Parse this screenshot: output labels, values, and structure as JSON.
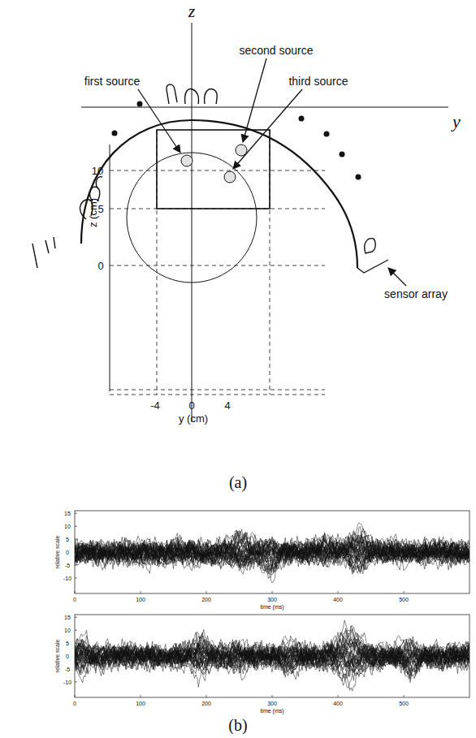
{
  "diagram": {
    "labels": [
      "z",
      "y",
      "first source",
      "second source",
      "third source",
      "10",
      "5",
      "0",
      "z (cm)",
      "-4",
      "0",
      "4",
      "y (cm)",
      "sensor array",
      "(a)",
      "15",
      "10",
      "5",
      "0",
      "-5",
      "-10",
      "relative scale",
      "0",
      "100",
      "200",
      "300",
      "400",
      "500",
      "time (ms)",
      "15",
      "10",
      "5",
      "0",
      "-5",
      "-10",
      "relative scale",
      "0",
      "100",
      "200",
      "300",
      "400",
      "500",
      "time (ms)",
      "(b)"
    ]
  }
}
